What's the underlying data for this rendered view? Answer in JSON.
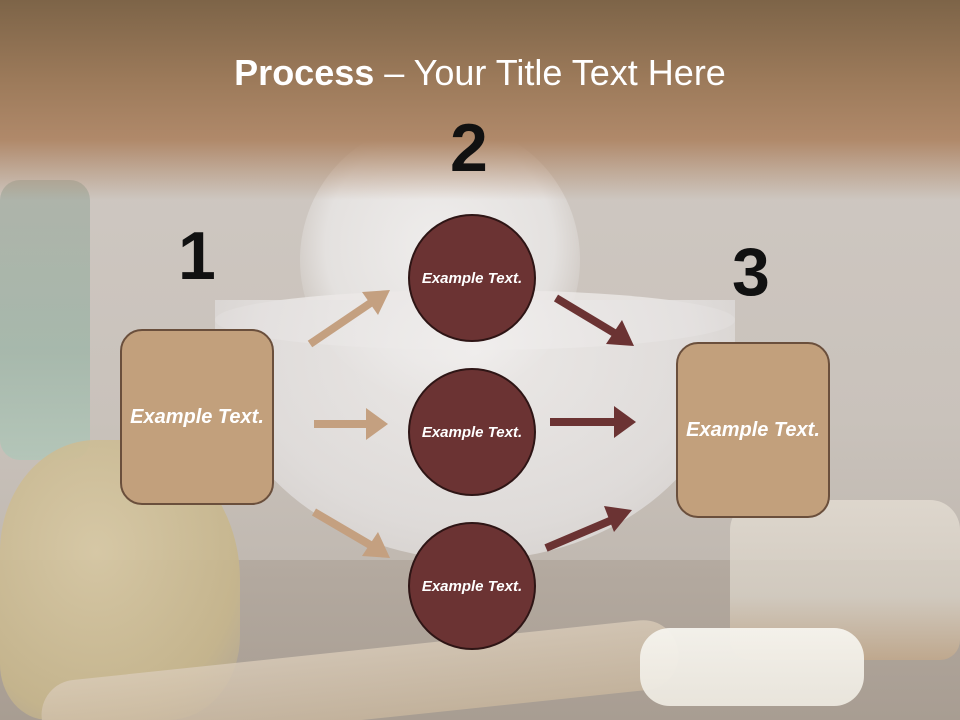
{
  "title": {
    "bold": "Process",
    "rest": " – Your Title Text Here"
  },
  "numbers": {
    "n1": "1",
    "n2": "2",
    "n3": "3"
  },
  "boxes": {
    "left": "Example Text.",
    "right": "Example Text."
  },
  "circles": {
    "top": "Example Text.",
    "middle": "Example Text.",
    "bottom": "Example Text."
  },
  "colors": {
    "box_fill": "#c2a07c",
    "circle_fill": "#6b3333",
    "arrow_light": "#c4a080",
    "arrow_dark": "#6b3333"
  }
}
